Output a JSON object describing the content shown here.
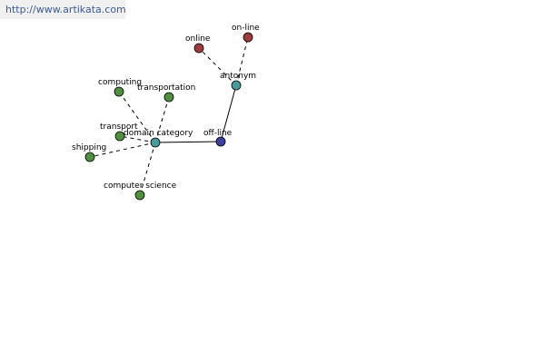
{
  "site": {
    "url_text": "http://www.artikata.com"
  },
  "colors": {
    "center": "#3b3f9e",
    "relation": "#4a9a9a",
    "related_term": "#4f8f3f",
    "antonym_term": "#9e3b3b",
    "banner_bg": "#f0f0f0",
    "banner_text": "#3d5a96"
  },
  "graph": {
    "nodes": [
      {
        "id": "off-line",
        "label": "off-line",
        "kind": "center"
      },
      {
        "id": "domain-category",
        "label": "domain category",
        "kind": "relation"
      },
      {
        "id": "antonym",
        "label": "antonym",
        "kind": "relation"
      },
      {
        "id": "online",
        "label": "online",
        "kind": "antonym_term"
      },
      {
        "id": "on-line",
        "label": "on-line",
        "kind": "antonym_term"
      },
      {
        "id": "computing",
        "label": "computing",
        "kind": "related_term"
      },
      {
        "id": "transportation",
        "label": "transportation",
        "kind": "related_term"
      },
      {
        "id": "transport",
        "label": "transport",
        "kind": "related_term"
      },
      {
        "id": "shipping",
        "label": "shipping",
        "kind": "related_term"
      },
      {
        "id": "computer-science",
        "label": "computer science",
        "kind": "related_term"
      }
    ],
    "edges": [
      {
        "from": "off-line",
        "to": "domain-category",
        "style": "solid"
      },
      {
        "from": "off-line",
        "to": "antonym",
        "style": "solid"
      },
      {
        "from": "antonym",
        "to": "online",
        "style": "dashed"
      },
      {
        "from": "antonym",
        "to": "on-line",
        "style": "dashed"
      },
      {
        "from": "domain-category",
        "to": "computing",
        "style": "dashed"
      },
      {
        "from": "domain-category",
        "to": "transportation",
        "style": "dashed"
      },
      {
        "from": "domain-category",
        "to": "transport",
        "style": "dashed"
      },
      {
        "from": "domain-category",
        "to": "shipping",
        "style": "dashed"
      },
      {
        "from": "domain-category",
        "to": "computer-science",
        "style": "dashed"
      }
    ]
  }
}
